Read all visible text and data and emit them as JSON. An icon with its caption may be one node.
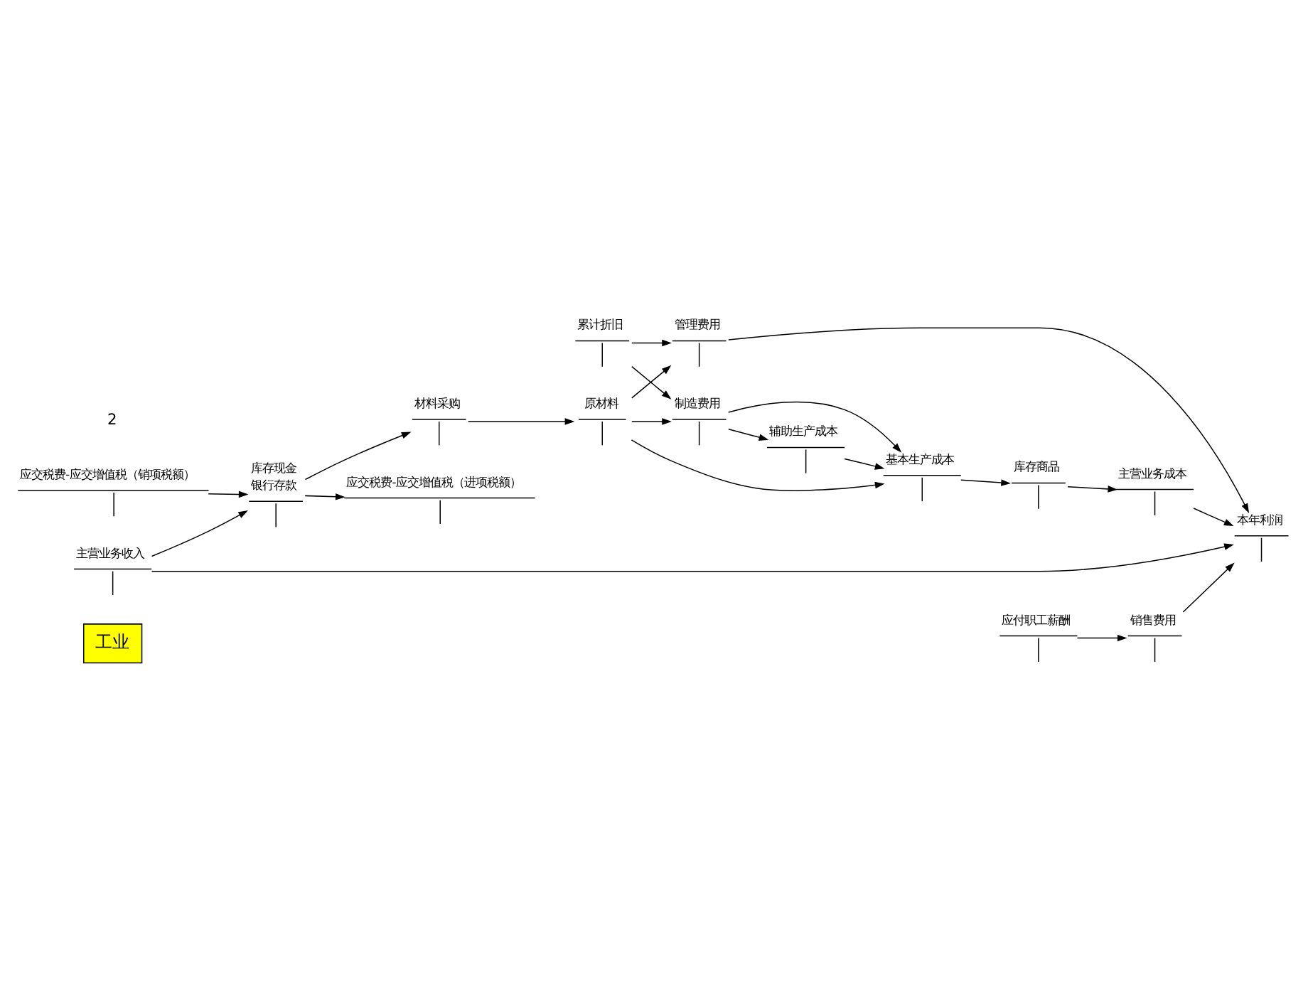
{
  "diagram": {
    "nodes": [
      {
        "text": [
          "工业"
        ]
      },
      {
        "text": [
          "主营业务收入"
        ]
      },
      {
        "text": [
          "库存现金",
          "银行存款"
        ]
      },
      {
        "text": [
          "应交税费-应交增值税（销项税额）"
        ]
      },
      {
        "text": [
          "应交税费-应交增值税（进项税额）"
        ]
      },
      {
        "text": [
          "材料采购"
        ]
      },
      {
        "text": [
          "原材料"
        ]
      },
      {
        "text": [
          "应付职工薪酬"
        ]
      },
      {
        "text": [
          "制造费用"
        ]
      },
      {
        "text": [
          "辅助生产成本"
        ]
      },
      {
        "text": [
          "累计折旧"
        ]
      },
      {
        "text": [
          "基本生产成本"
        ]
      },
      {
        "text": [
          "库存商品"
        ]
      },
      {
        "text": [
          "主营业务成本"
        ]
      },
      {
        "text": [
          "管理费用"
        ]
      },
      {
        "text": [
          "销售费用"
        ]
      },
      {
        "text": [
          "本年利润"
        ]
      }
    ],
    "edges": [
      {
        "from": 1,
        "to": 2,
        "arrow": "to"
      },
      {
        "from": 3,
        "to": 2,
        "arrow": "to"
      },
      {
        "from": 2,
        "to": 4,
        "arrow": "to"
      },
      {
        "from": 2,
        "to": 5,
        "arrow": "to"
      },
      {
        "from": 5,
        "to": 6,
        "arrow": "to"
      },
      {
        "from": 6,
        "to": 11,
        "arrow": "to"
      },
      {
        "from": 6,
        "to": 8,
        "arrow": "to"
      },
      {
        "from": 6,
        "to": 14,
        "arrow": "to"
      },
      {
        "from": 10,
        "to": 8,
        "arrow": "to"
      },
      {
        "from": 10,
        "to": 14,
        "arrow": "to"
      },
      {
        "from": 7,
        "to": 15,
        "arrow": "to"
      },
      {
        "from": 8,
        "to": 9,
        "arrow": "to"
      },
      {
        "from": 8,
        "to": 11,
        "arrow": "to"
      },
      {
        "from": 9,
        "to": 11,
        "arrow": "to"
      },
      {
        "from": 11,
        "to": 12,
        "arrow": "to"
      },
      {
        "from": 12,
        "to": 13,
        "arrow": "to"
      },
      {
        "from": 13,
        "to": 16,
        "arrow": "to"
      },
      {
        "from": 14,
        "to": 16,
        "arrow": "to"
      },
      {
        "from": 15,
        "to": 16,
        "arrow": "to"
      },
      {
        "from": 1,
        "to": 16,
        "arrow": "to"
      }
    ],
    "labels": [
      "2"
    ]
  }
}
